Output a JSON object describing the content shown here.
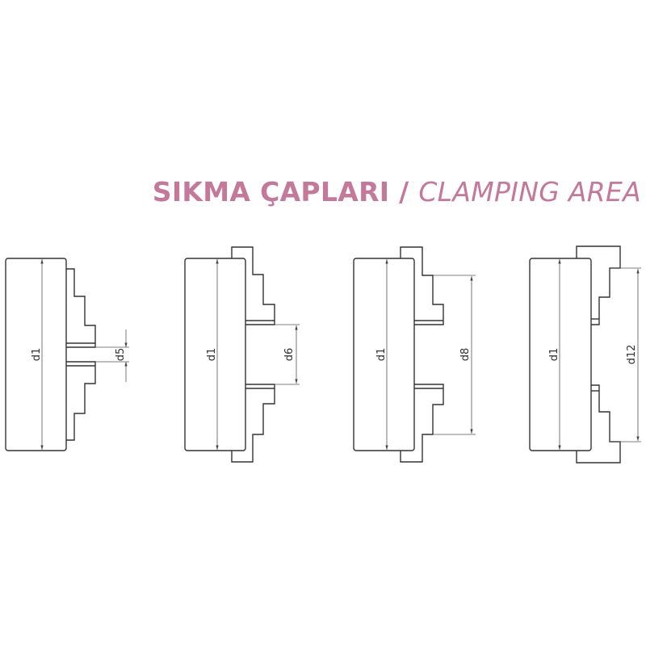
{
  "title": {
    "turkish": "SIKMA ÇAPLARI",
    "separator": " / ",
    "english": "CLAMPING AREA",
    "color": "#c4789a"
  },
  "diagrams": [
    {
      "labels": {
        "outer": "d1",
        "inner": "d5"
      }
    },
    {
      "labels": {
        "outer": "d1",
        "inner": "d6"
      }
    },
    {
      "labels": {
        "outer": "d1",
        "inner": "d8"
      }
    },
    {
      "labels": {
        "outer": "d1",
        "inner": "d12"
      }
    }
  ]
}
